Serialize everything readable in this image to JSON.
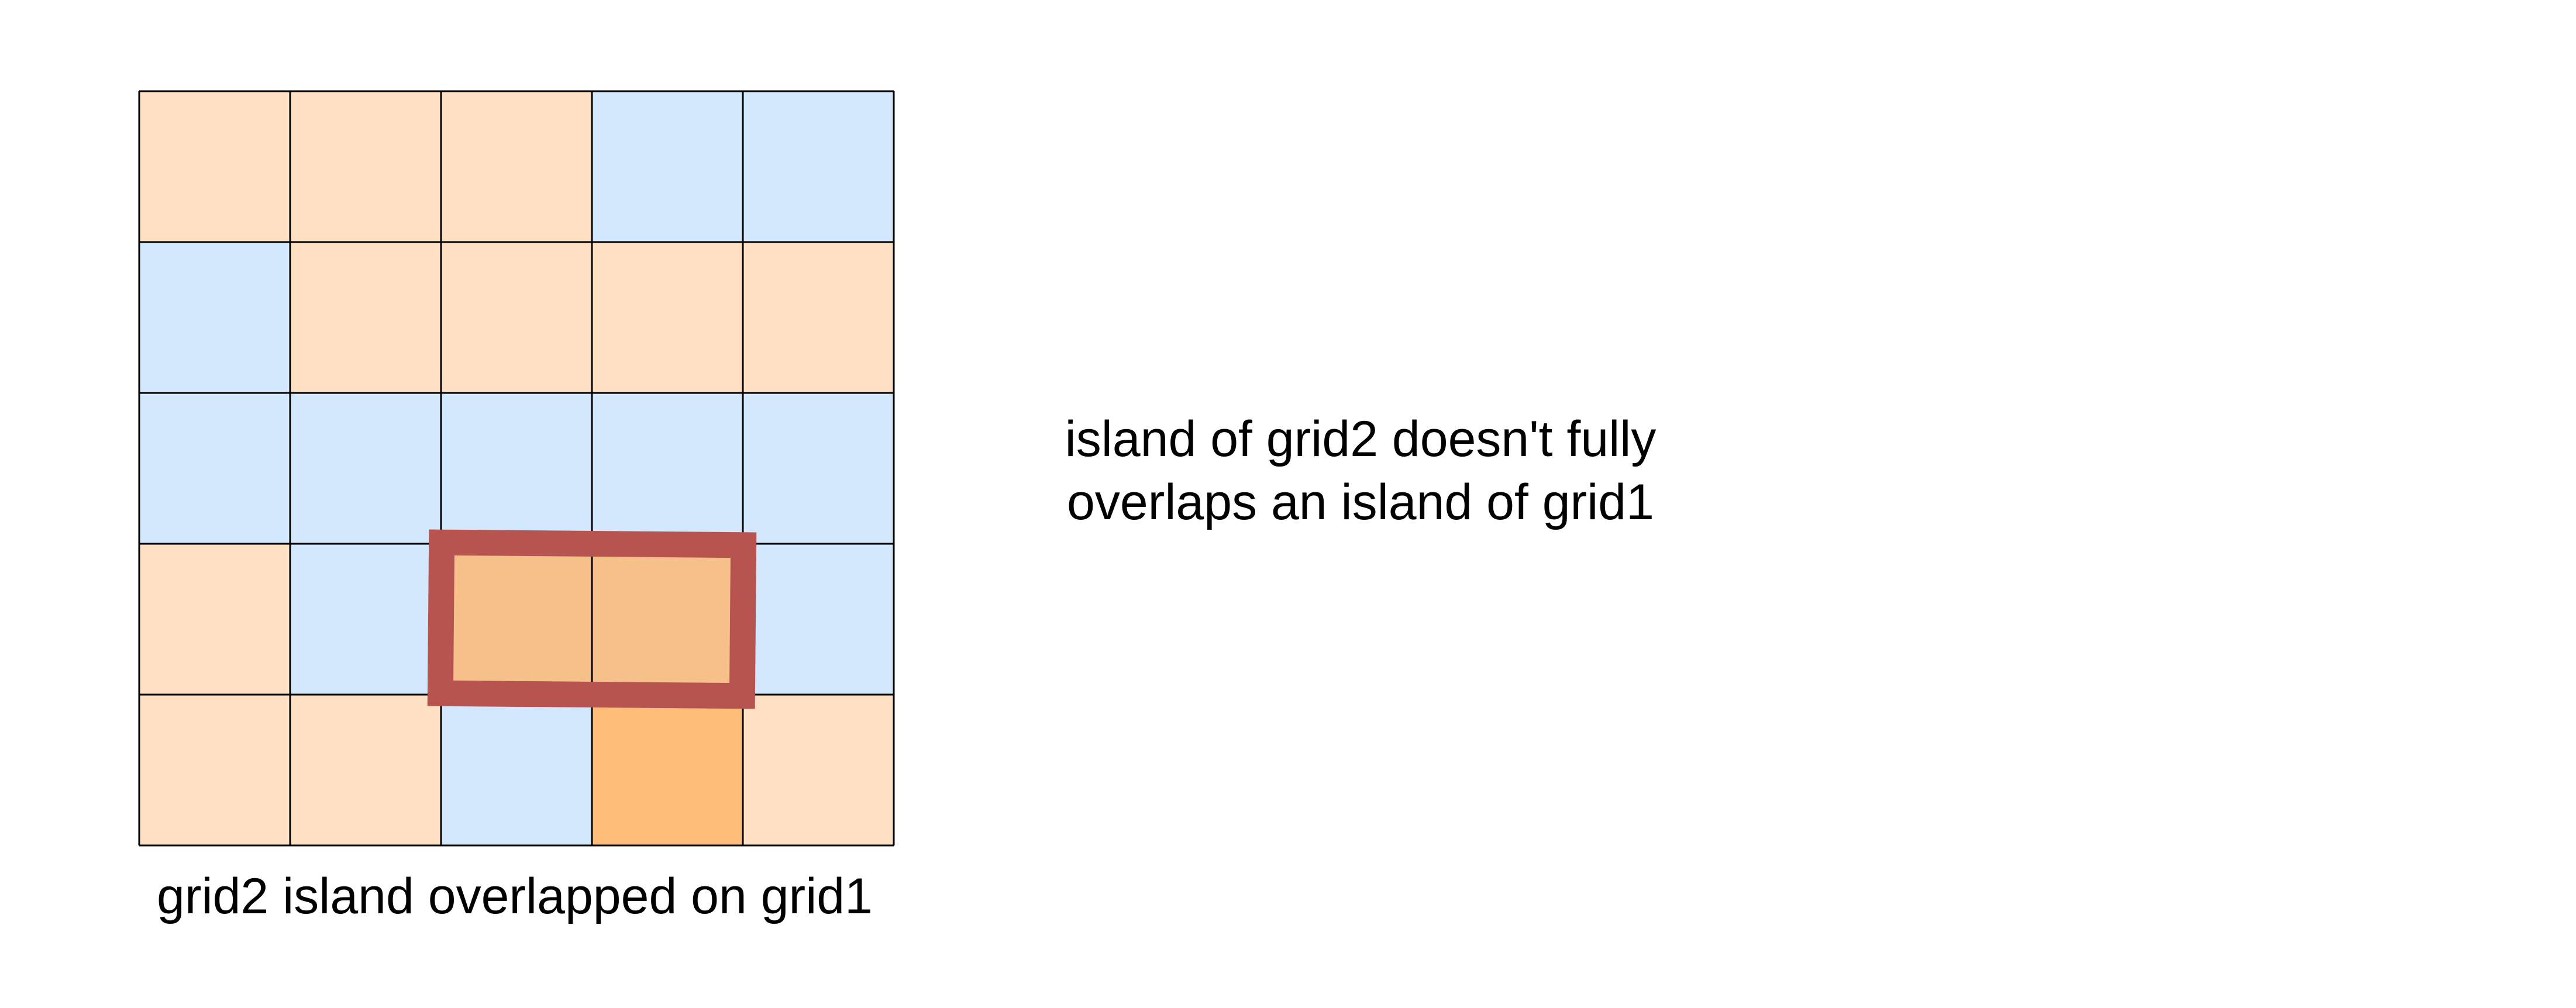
{
  "figure": {
    "grid": {
      "rows": 5,
      "cols": 5,
      "legend_states": {
        "L": "land (peach)",
        "W": "water (light blue)",
        "D": "overlapped cell (darker orange)"
      },
      "cells": [
        [
          "L",
          "L",
          "L",
          "W",
          "W"
        ],
        [
          "W",
          "L",
          "L",
          "L",
          "L"
        ],
        [
          "W",
          "W",
          "W",
          "W",
          "W"
        ],
        [
          "L",
          "W",
          "D",
          "D",
          "W"
        ],
        [
          "L",
          "L",
          "W",
          "D",
          "L"
        ]
      ],
      "highlighted_island": [
        [
          3,
          2
        ],
        [
          3,
          3
        ]
      ]
    },
    "colors": {
      "land": "#ffe0c2",
      "water": "#d3e7fd",
      "overlap": "#f5c08a",
      "overlap_strong": "#ffbd7a",
      "highlight_border": "#b85450",
      "grid_line": "#000000",
      "text": "#000000"
    },
    "grid_caption": "grid2 island overlapped on grid1",
    "note_line1": "island of grid2 doesn't fully",
    "note_line2": "overlaps an island of grid1"
  }
}
